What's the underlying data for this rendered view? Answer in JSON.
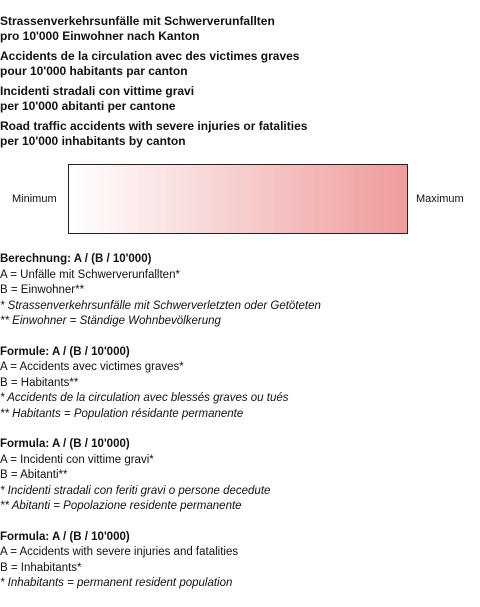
{
  "titles": [
    [
      "Strassenverkehrsunfälle mit Schwerverunfallten",
      "pro 10'000 Einwohner nach Kanton"
    ],
    [
      "Accidents de la circulation avec des victimes graves",
      "pour 10'000 habitants par canton"
    ],
    [
      "Incidenti stradali con vittime gravi",
      "per 10'000 abitanti per cantone"
    ],
    [
      "Road traffic accidents with severe injuries or fatalities",
      "per 10'000 inhabitants by canton"
    ]
  ],
  "legend": {
    "min_label": "Minimum",
    "max_label": "Maximum",
    "gradient_colors": [
      "#ffffff",
      "#ef9b9b"
    ]
  },
  "formulas": [
    {
      "heading": "Berechnung: A / (B / 10'000)",
      "lines": [
        "A = Unfälle mit Schwerverunfallten*",
        "B = Einwohner**"
      ],
      "notes": [
        "* Strassenverkehrsunfälle mit Schwerverletzten oder Getöteten",
        "** Einwohner = Ständige Wohnbevölkerung"
      ]
    },
    {
      "heading": "Formule: A / (B / 10'000)",
      "lines": [
        "A = Accidents avec victimes graves*",
        "B = Habitants**"
      ],
      "notes": [
        "* Accidents de la circulation avec blessés graves ou tués",
        "** Habitants = Population résidante permanente"
      ]
    },
    {
      "heading": "Formula: A / (B / 10'000)",
      "lines": [
        "A = Incidenti con vittime gravi*",
        "B = Abitanti**"
      ],
      "notes": [
        "* Incidenti stradali con feriti gravi o persone decedute",
        "** Abitanti = Popolazione residente permanente"
      ]
    },
    {
      "heading": "Formula: A / (B / 10'000)",
      "lines": [
        "A = Accidents with severe injuries and fatalities",
        "B = Inhabitants*"
      ],
      "notes": [
        "* Inhabitants =  permanent resident population"
      ]
    }
  ]
}
